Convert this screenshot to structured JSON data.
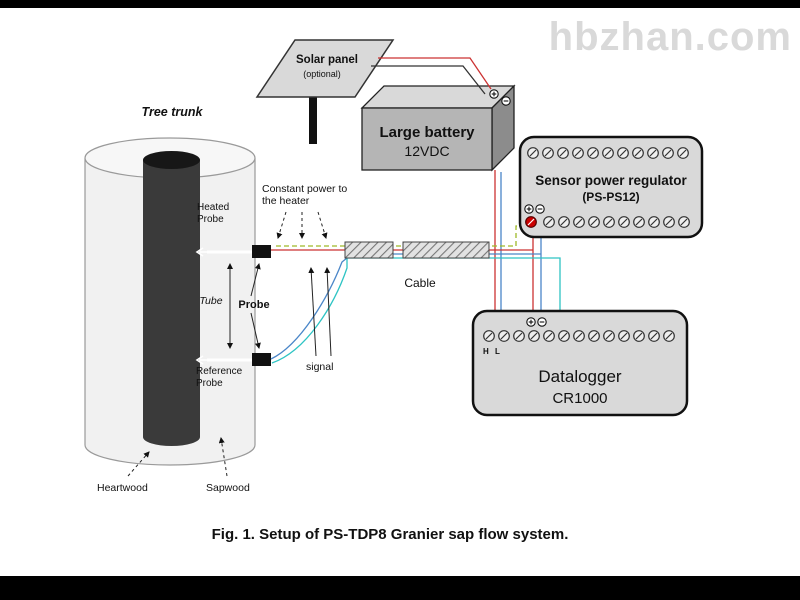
{
  "watermark": "hbzhan.com",
  "caption": "Fig. 1. Setup of PS-TDP8 Granier sap flow system.",
  "tree": {
    "title": "Tree trunk",
    "heated_probe": [
      "Heated",
      "Probe"
    ],
    "reference_probe": [
      "Reference",
      "Probe"
    ],
    "tube": "Tube",
    "probe": "Probe",
    "heartwood": "Heartwood",
    "sapwood": "Sapwood"
  },
  "annotations": {
    "constant_power": [
      "Constant power to",
      "the heater"
    ],
    "signal": "signal",
    "cable": "Cable"
  },
  "solar_panel": {
    "title": "Solar panel",
    "subtitle": "(optional)"
  },
  "battery": {
    "title": "Large battery",
    "subtitle": "12VDC"
  },
  "regulator": {
    "title": "Sensor power regulator",
    "subtitle": "(PS-PS12)"
  },
  "datalogger": {
    "title": "Datalogger",
    "subtitle": "CR1000",
    "hl": "H L"
  },
  "colors": {
    "wire_red": "#cc3333",
    "wire_blue": "#4a86c8",
    "wire_cyan": "#2ec4c4",
    "wire_power_dashed": "#9fb928",
    "device_fill": "#d9d9d9",
    "heartwood": "#3a3a3a",
    "terminal_red": "#cc0000"
  }
}
